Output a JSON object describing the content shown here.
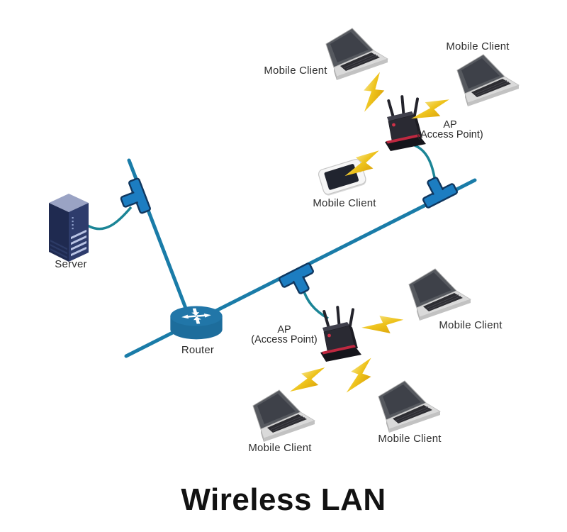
{
  "title": "Wireless LAN",
  "diagram": {
    "server": {
      "label": "Server"
    },
    "router": {
      "label": "Router"
    },
    "access_points": [
      {
        "name": "AP",
        "sub": "(Access Point)",
        "position": "upper-right"
      },
      {
        "name": "AP",
        "sub": "(Access Point)",
        "position": "lower-center"
      }
    ],
    "clients": [
      {
        "label": "Mobile Client",
        "device": "laptop",
        "position": "top-left"
      },
      {
        "label": "Mobile Client",
        "device": "laptop",
        "position": "top-right"
      },
      {
        "label": "Mobile Client",
        "device": "smartphone",
        "position": "upper-middle"
      },
      {
        "label": "Mobile Client",
        "device": "laptop",
        "position": "middle-right"
      },
      {
        "label": "Mobile Client",
        "device": "laptop",
        "position": "bottom-left"
      },
      {
        "label": "Mobile Client",
        "device": "laptop",
        "position": "bottom-middle"
      }
    ],
    "connections": {
      "wired": [
        "Server - LAN backbone via tap connector",
        "Router - on LAN backbone",
        "AP (upper) - LAN backbone via tap connector",
        "AP (lower) - LAN backbone via tap connector"
      ],
      "wireless": [
        "AP upper ~ Mobile Client laptop top-left",
        "AP upper ~ Mobile Client laptop top-right",
        "AP upper ~ Mobile Client smartphone",
        "AP lower ~ Mobile Client laptop middle-right",
        "AP lower ~ Mobile Client laptop bottom-left",
        "AP lower ~ Mobile Client laptop bottom-middle"
      ]
    }
  },
  "icons": {
    "wireless-signal-icon": "lightning-bolt",
    "tap-connector-icon": "blue T connector",
    "server-icon": "isometric server tower",
    "router-icon": "blue cylinder with white arrows",
    "access-point-icon": "black wifi router with 3 antennas and red base",
    "laptop-icon": "silver laptop, dark screen",
    "smartphone-icon": "white phone, dark screen"
  },
  "colors": {
    "background": "#ffffff",
    "backbone_line": "#1a7ca8",
    "drop_cable": "#1b8596",
    "tap_fill": "#1c7dc1",
    "tap_stroke": "#10375f",
    "router_fill": "#1d6d9c",
    "server_front": "#2e3c6c",
    "server_side": "#1f2a50",
    "server_top": "#9aa3c4",
    "bolt_gold": "#eec31c",
    "bolt_light": "#f7e690",
    "ap_body": "#2a2a33",
    "ap_accent": "#bf2840",
    "laptop_body": "#dadada",
    "laptop_screen": "#3e4149",
    "label_text": "#2e2e2e",
    "title_text": "#121212"
  }
}
